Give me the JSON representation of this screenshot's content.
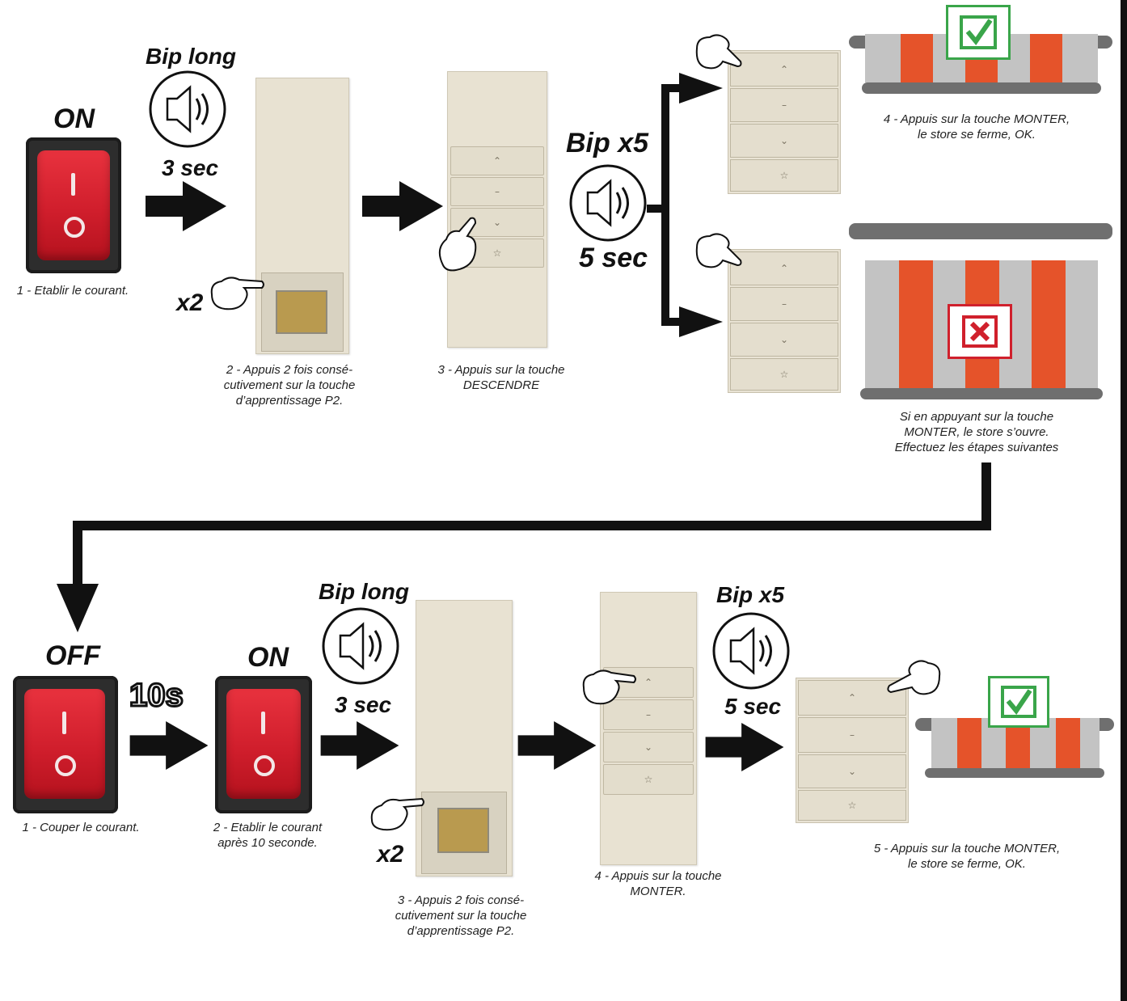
{
  "captions": {
    "top_step1": "1 - Etablir le courant.",
    "top_step2": [
      "2 - Appuis 2 fois consé-",
      "cutivement sur la touche",
      "d’apprentissage P2."
    ],
    "top_step3": [
      "3 - Appuis sur la touche",
      "DESCENDRE"
    ],
    "top_step4": [
      "4 - Appuis sur la touche MONTER,",
      "le store se ferme, OK."
    ],
    "top_alt": [
      "Si en appuyant sur la touche",
      "MONTER, le store s’ouvre.",
      "Effectuez les étapes suivantes"
    ],
    "bot_step1": "1 - Couper le courant.",
    "bot_step2": [
      "2 - Etablir le courant",
      "après 10 seconde."
    ],
    "bot_step3": [
      "3 - Appuis 2 fois consé-",
      "cutivement sur la touche",
      "d’apprentissage P2."
    ],
    "bot_step4": [
      "4 - Appuis sur la touche",
      "MONTER."
    ],
    "bot_step5": [
      "5 - Appuis sur la touche MONTER,",
      "le store se ferme, OK."
    ]
  },
  "labels": {
    "on": "ON",
    "off": "OFF",
    "bip_long": "Bip long",
    "three_sec": "3 sec",
    "bip_x5": "Bip x5",
    "five_sec": "5 sec",
    "x2": "x2",
    "ten_s": "10s"
  },
  "colors": {
    "accent_red": "#e5532a",
    "check_green": "#3aa54a",
    "cross_red": "#d0202c",
    "arrow": "#111111"
  },
  "icons": [
    "power-switch-icon",
    "speaker-icon",
    "pointing-hand-icon",
    "checkmark-icon",
    "cross-icon",
    "arrow-right-icon",
    "arrow-down-icon"
  ]
}
